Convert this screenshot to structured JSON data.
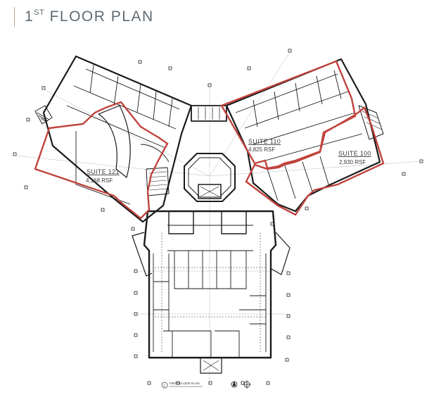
{
  "header": {
    "title_number": "1",
    "title_suffix": "ST",
    "title_rest": " FLOOR PLAN"
  },
  "suites": [
    {
      "name": "SUITE 121",
      "area": "4,168 RSF"
    },
    {
      "name": "SUITE 110",
      "area": "4,825 RSF"
    },
    {
      "name": "SUITE 100",
      "area": "2,930 RSF"
    }
  ],
  "drawing": {
    "caption": "FIRST FLOOR PLAN",
    "caption_number": "1",
    "highlight_color": "#c0433d",
    "line_color": "#1a1a1a"
  }
}
